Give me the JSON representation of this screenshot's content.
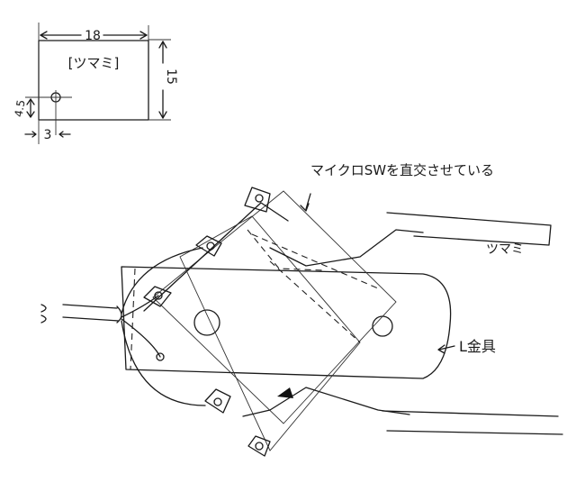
{
  "knob_detail": {
    "title": "[ツマミ]",
    "width_dim": "18",
    "height_dim": "15",
    "hole_height_dim": "4.5",
    "hole_offset_dim": "3"
  },
  "assembly": {
    "note": "マイクロSWを直交させている",
    "knob_label": "ツマミ",
    "bracket_label": "L金具"
  }
}
